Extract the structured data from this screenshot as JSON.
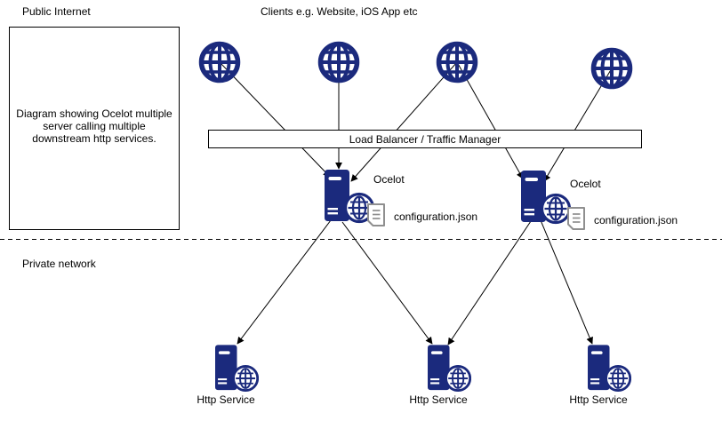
{
  "labels": {
    "public_zone": "Public Internet",
    "clients": "Clients e.g. Website, iOS App etc",
    "private_zone": "Private network"
  },
  "description_box": {
    "text": "Diagram showing Ocelot multiple server calling multiple downstream http services."
  },
  "load_balancer": {
    "label": "Load Balancer / Traffic Manager"
  },
  "clients": [
    {
      "icon": "globe-icon"
    },
    {
      "icon": "globe-icon"
    },
    {
      "icon": "globe-icon"
    },
    {
      "icon": "globe-icon"
    }
  ],
  "gateways": [
    {
      "label": "Ocelot",
      "config_file": "configuration.json",
      "icon": "server-globe-icon"
    },
    {
      "label": "Ocelot",
      "config_file": "configuration.json",
      "icon": "server-globe-icon"
    }
  ],
  "services": [
    {
      "label": "Http Service",
      "icon": "server-globe-icon"
    },
    {
      "label": "Http Service",
      "icon": "server-globe-icon"
    },
    {
      "label": "Http Service",
      "icon": "server-globe-icon"
    }
  ],
  "config_icon": "document-icon",
  "colors": {
    "navy": "#1b2a7d",
    "document_gray": "#8f8f8f",
    "line_black": "#000000"
  }
}
